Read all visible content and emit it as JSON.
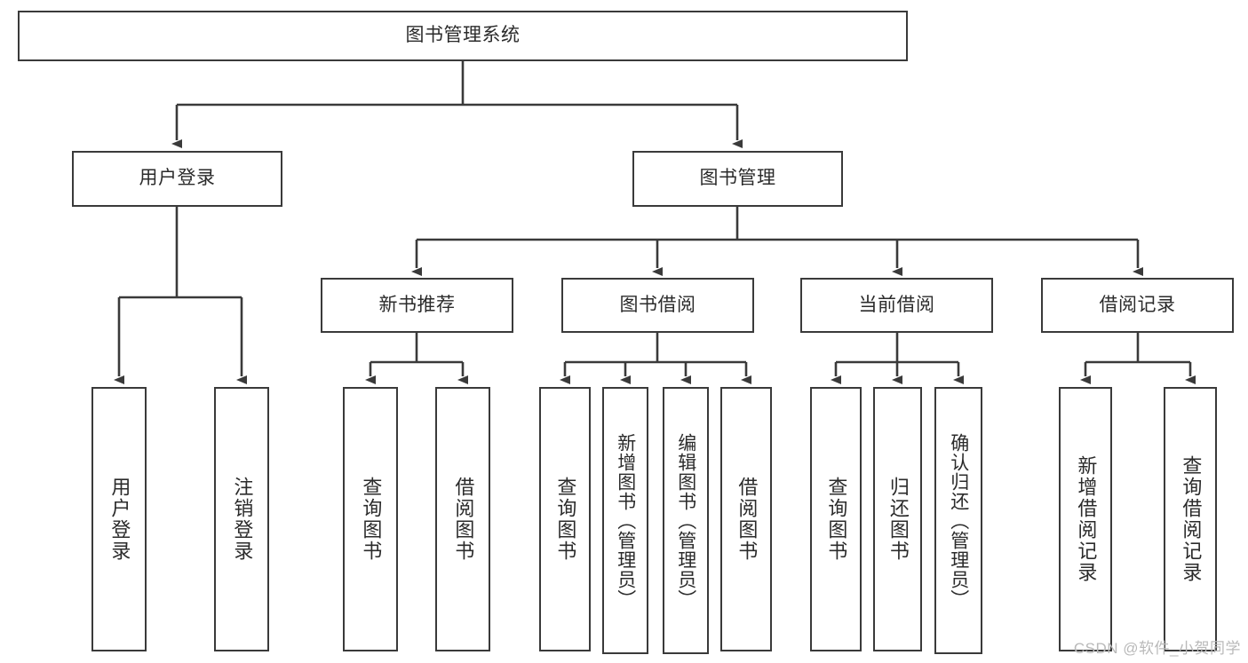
{
  "diagram": {
    "type": "tree",
    "title": "图书管理系统",
    "root": {
      "id": "root",
      "label": "图书管理系统"
    },
    "level1": [
      {
        "id": "user-login",
        "label": "用户登录"
      },
      {
        "id": "book-manage",
        "label": "图书管理"
      }
    ],
    "level2": [
      {
        "id": "new-book-recommend",
        "label": "新书推荐",
        "parent": "book-manage"
      },
      {
        "id": "book-borrow",
        "label": "图书借阅",
        "parent": "book-manage"
      },
      {
        "id": "current-borrow",
        "label": "当前借阅",
        "parent": "book-manage"
      },
      {
        "id": "borrow-record",
        "label": "借阅记录",
        "parent": "book-manage"
      }
    ],
    "leaves": [
      {
        "id": "leaf-user-login",
        "label": "用户登录",
        "parent": "user-login"
      },
      {
        "id": "leaf-logout-login",
        "label": "注销登录",
        "parent": "user-login"
      },
      {
        "id": "leaf-query-book-1",
        "label": "查询图书",
        "parent": "new-book-recommend"
      },
      {
        "id": "leaf-borrow-book-1",
        "label": "借阅图书",
        "parent": "new-book-recommend"
      },
      {
        "id": "leaf-query-book-2",
        "label": "查询图书",
        "parent": "book-borrow"
      },
      {
        "id": "leaf-add-book",
        "label": "新增图书（管理员）",
        "parent": "book-borrow"
      },
      {
        "id": "leaf-edit-book",
        "label": "编辑图书（管理员）",
        "parent": "book-borrow"
      },
      {
        "id": "leaf-borrow-book-2",
        "label": "借阅图书",
        "parent": "book-borrow"
      },
      {
        "id": "leaf-query-book-3",
        "label": "查询图书",
        "parent": "current-borrow"
      },
      {
        "id": "leaf-return-book",
        "label": "归还图书",
        "parent": "current-borrow"
      },
      {
        "id": "leaf-confirm-return",
        "label": "确认归还（管理员）",
        "parent": "current-borrow"
      },
      {
        "id": "leaf-add-borrow-record",
        "label": "新增借阅记录",
        "parent": "borrow-record"
      },
      {
        "id": "leaf-query-borrow-record",
        "label": "查询借阅记录",
        "parent": "borrow-record"
      }
    ],
    "colors": {
      "stroke": "#3a3a3a",
      "background": "#ffffff",
      "text": "#2b2b2b",
      "watermark": "#b9b9b9"
    }
  },
  "watermark": {
    "text": "CSDN @软件_小贺同学"
  }
}
